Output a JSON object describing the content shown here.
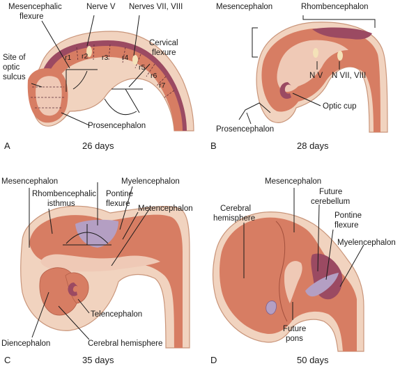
{
  "panels": [
    {
      "letter": "A",
      "age": "26 days",
      "labels": {
        "mesencephalic_flexure": [
          "Mesencephalic",
          "flexure"
        ],
        "nerve_v": "Nerve V",
        "nerves_vii_viii": "Nerves VII, VIII",
        "cervical_flexure": [
          "Cervical",
          "flexure"
        ],
        "optic_sulcus": [
          "Site of",
          "optic",
          "sulcus"
        ],
        "prosencephalon": "Prosencephalon"
      },
      "rhombomeres": [
        "r1",
        "r2",
        "r3",
        "r4",
        "r5",
        "r6",
        "r7"
      ]
    },
    {
      "letter": "B",
      "age": "28 days",
      "labels": {
        "mesencephalon": "Mesencephalon",
        "rhombencephalon": "Rhombencephalon",
        "n_v": "N V",
        "n_vii_viii": "N VII, VIII",
        "optic_cup": "Optic cup",
        "prosencephalon": "Prosencephalon"
      }
    },
    {
      "letter": "C",
      "age": "35 days",
      "labels": {
        "mesencephalon": "Mesencephalon",
        "rhombencephalic_isthmus": [
          "Rhombencephalic",
          "isthmus"
        ],
        "myelencephalon": "Myelencephalon",
        "pontine_flexure": [
          "Pontine",
          "flexure"
        ],
        "metencephalon": "Metencephalon",
        "telencephalon": "Telencephalon",
        "diencephalon": "Diencephalon",
        "cerebral_hemisphere": "Cerebral hemisphere"
      }
    },
    {
      "letter": "D",
      "age": "50 days",
      "labels": {
        "mesencephalon": "Mesencephalon",
        "future_cerebellum": [
          "Future",
          "cerebellum"
        ],
        "cerebral_hemisphere": [
          "Cerebral",
          "hemisphere"
        ],
        "pontine_flexure": [
          "Pontine",
          "flexure"
        ],
        "myelencephalon": "Myelencephalon",
        "future_pons": [
          "Future",
          "pons"
        ]
      }
    }
  ],
  "colors": {
    "skin": "#f1d3bf",
    "brain": "#d77d63",
    "neural_tube_wall": "#9b4a62",
    "fourth_ventricle_roof": "#b49fc3"
  }
}
